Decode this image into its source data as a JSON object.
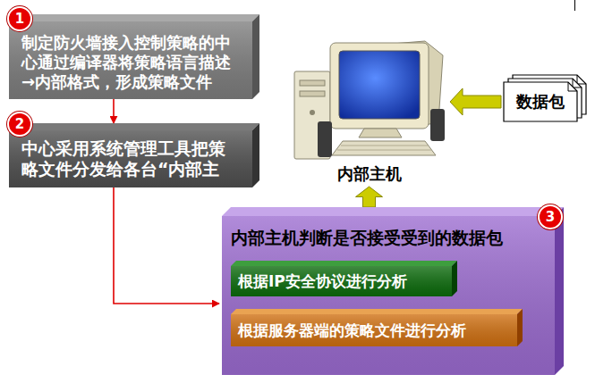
{
  "diagram": {
    "nodes": [
      {
        "text": [
          "制定防火墙接入控制策略的中 心通过编译器将策略语言描述 →内部格式，形成策略文件"
        ]
      },
      {
        "text": [
          "中心采用系统管理工具把策 略文件分发给各台“内部主"
        ]
      },
      {
        "text": [
          "内部主机"
        ]
      },
      {
        "text": [
          "数据包"
        ]
      },
      {
        "text": [
          "内部主机判断是否接受受到的数据包"
        ]
      },
      {
        "text": [
          "根据IP安全协议进行分析"
        ],
        "in": 4
      },
      {
        "text": [
          "根据服务器端的策略文件进行分析"
        ],
        "in": 4
      }
    ],
    "edges": [
      {
        "from": 0,
        "to": 1,
        "arrow": "to"
      },
      {
        "from": 1,
        "to": 4,
        "arrow": "to"
      },
      {
        "from": 4,
        "to": 2,
        "arrow": "to"
      },
      {
        "from": 3,
        "to": 2,
        "arrow": "to"
      }
    ],
    "labels": [
      "1",
      "2",
      "3"
    ]
  }
}
